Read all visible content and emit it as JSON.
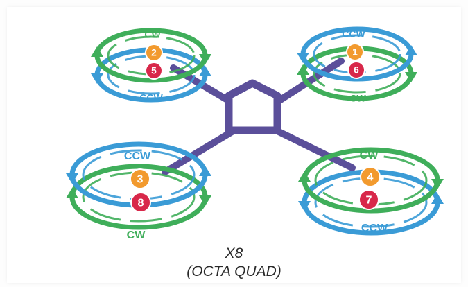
{
  "caption": {
    "title": "X8",
    "subtitle": "(OCTA QUAD)"
  },
  "colors": {
    "frame": "#5b4f9a",
    "cw": "#3fae5a",
    "ccw": "#3a9bd6",
    "top_motor": "#f29a2e",
    "bottom_motor": "#d8284a",
    "number_text": "#ffffff"
  },
  "arms": [
    {
      "id": "front-left",
      "top_motor": {
        "number": "2",
        "direction": "CW",
        "color": "cw"
      },
      "bottom_motor": {
        "number": "5",
        "direction": "CCW",
        "color": "ccw"
      }
    },
    {
      "id": "front-right",
      "top_motor": {
        "number": "1",
        "direction": "CCW",
        "color": "ccw"
      },
      "bottom_motor": {
        "number": "6",
        "direction": "CW",
        "color": "cw"
      }
    },
    {
      "id": "rear-left",
      "top_motor": {
        "number": "3",
        "direction": "CCW",
        "color": "ccw"
      },
      "bottom_motor": {
        "number": "8",
        "direction": "CW",
        "color": "cw"
      }
    },
    {
      "id": "rear-right",
      "top_motor": {
        "number": "4",
        "direction": "CW",
        "color": "cw"
      },
      "bottom_motor": {
        "number": "7",
        "direction": "CCW",
        "color": "ccw"
      }
    }
  ]
}
